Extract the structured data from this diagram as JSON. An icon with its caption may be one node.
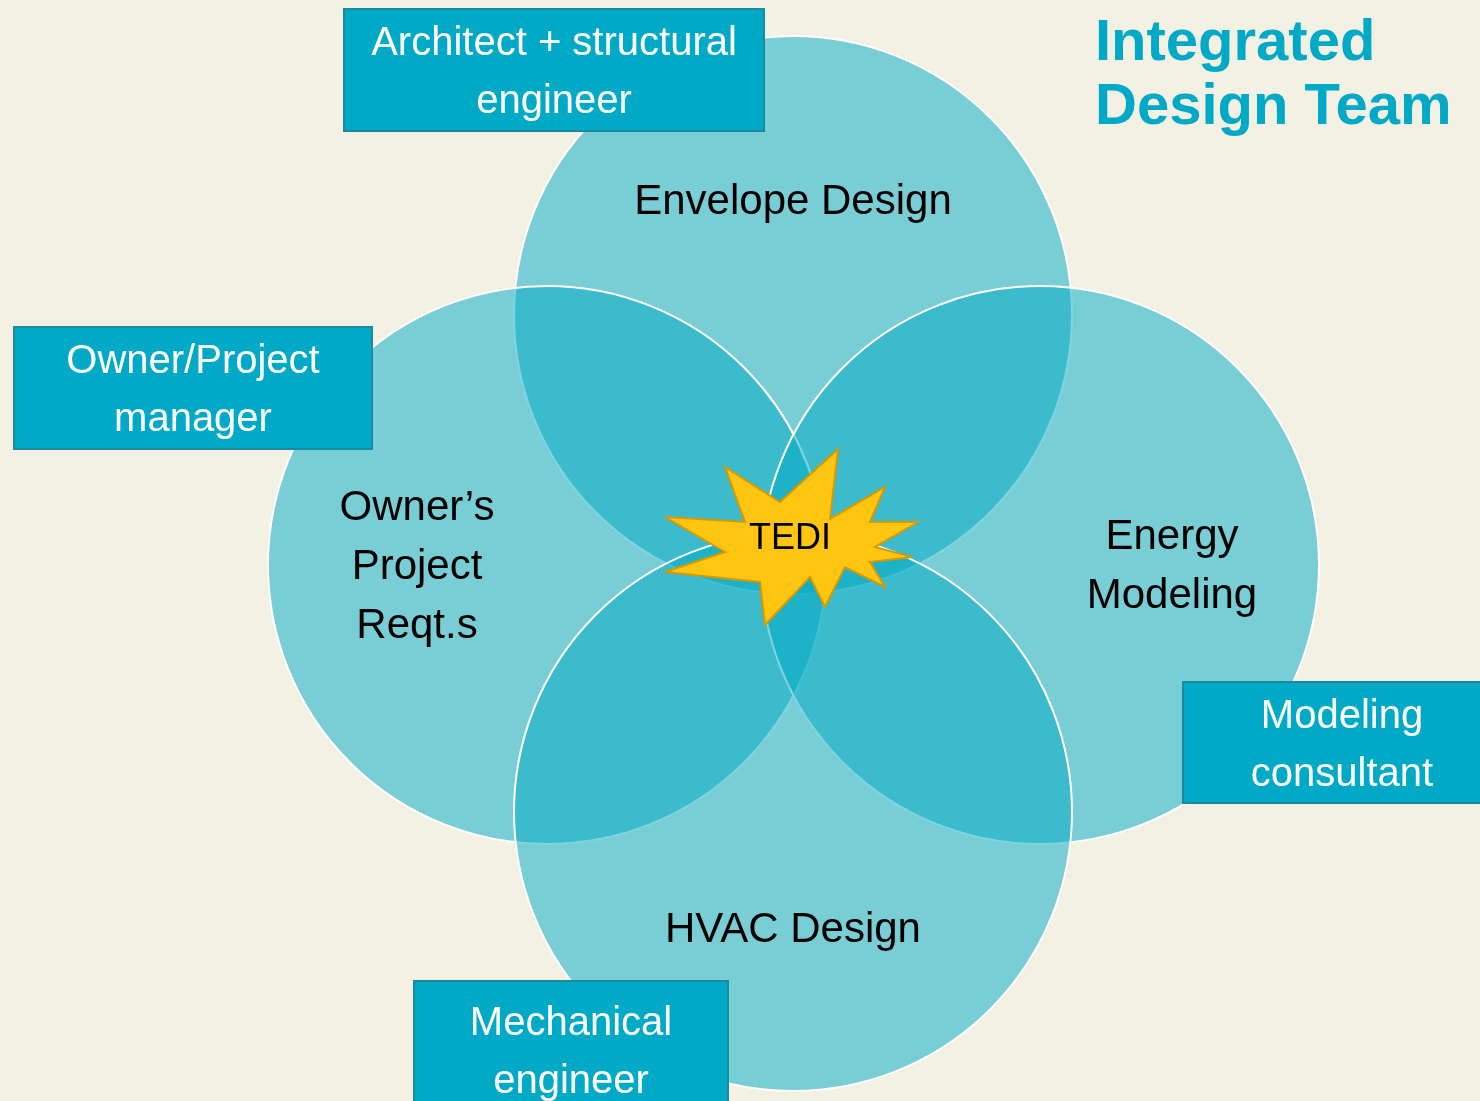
{
  "diagram": {
    "title": "Integrated Design Team",
    "nodes": [
      {
        "text": [
          "Architect + structural engineer"
        ]
      },
      {
        "text": [
          "Envelope Design"
        ]
      },
      {
        "text": [
          "Owner/Project manager"
        ]
      },
      {
        "text": [
          "Owner’s Project Reqt.s"
        ]
      },
      {
        "text": [
          "TEDI"
        ]
      },
      {
        "text": [
          "Energy Modeling"
        ]
      },
      {
        "text": [
          "Modeling consultant"
        ]
      },
      {
        "text": [
          "HVAC Design"
        ]
      },
      {
        "text": [
          "Mechanical engineer"
        ]
      }
    ]
  }
}
